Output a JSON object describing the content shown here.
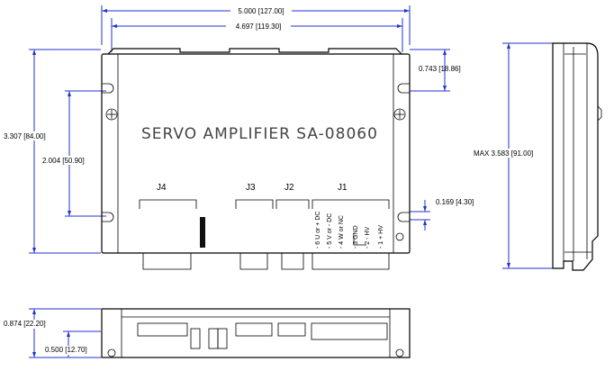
{
  "dimensions": {
    "overall_width": "5.000 [127.00]",
    "hole_spacing": "4.697 [119.30]",
    "overall_height": "3.307 [84.00]",
    "inner_height": "2.004 [50.90]",
    "hole_offset_right": "0.743 [18.86]",
    "hole_offset_small": "0.169 [4.30]",
    "side_height": "MAX 3.583 [91.00]",
    "front_height": "0.874 [22.20]",
    "front_inner": "0.500 [12.70]"
  },
  "label": {
    "title": "SERVO AMPLIFIER SA-08060"
  },
  "connectors": {
    "j4": "J4",
    "j3": "J3",
    "j2": "J2",
    "j1": "J1"
  },
  "pins": [
    "- 6  U or + DC",
    "- 5  V or - DC",
    "- 4  W or NC",
    "- 3  GND",
    "- 2  - HV",
    "- 1  + HV"
  ]
}
